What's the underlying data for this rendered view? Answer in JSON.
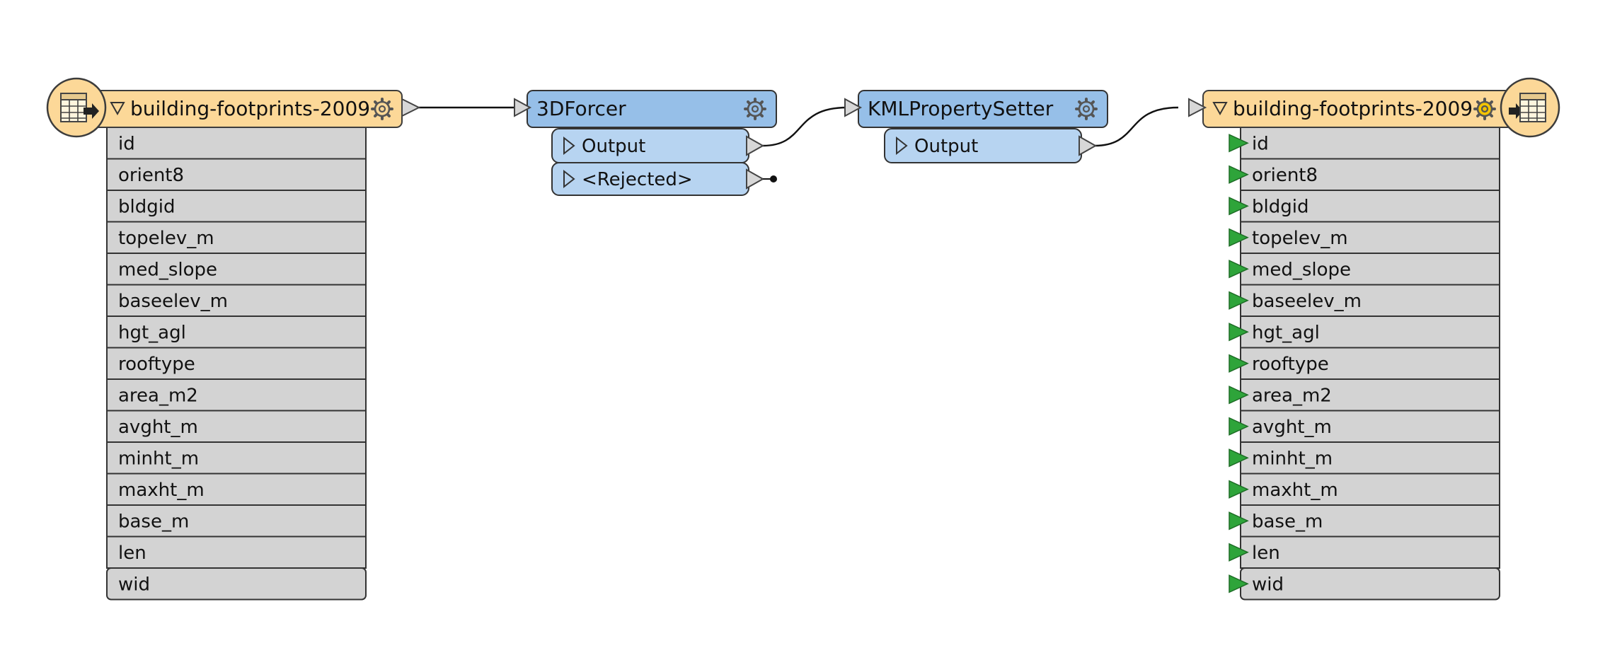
{
  "reader": {
    "name": "building-footprints-2009",
    "attributes": [
      "id",
      "orient8",
      "bldgid",
      "topelev_m",
      "med_slope",
      "baseelev_m",
      "hgt_agl",
      "rooftype",
      "area_m2",
      "avght_m",
      "minht_m",
      "maxht_m",
      "base_m",
      "len",
      "wid"
    ]
  },
  "transformers": [
    {
      "name": "3DForcer",
      "ports": [
        "Output",
        "<Rejected>"
      ]
    },
    {
      "name": "KMLPropertySetter",
      "ports": [
        "Output"
      ]
    }
  ],
  "writer": {
    "name": "building-footprints-2009",
    "attributes": [
      "id",
      "orient8",
      "bldgid",
      "topelev_m",
      "med_slope",
      "baseelev_m",
      "hgt_agl",
      "rooftype",
      "area_m2",
      "avght_m",
      "minht_m",
      "maxht_m",
      "base_m",
      "len",
      "wid"
    ]
  },
  "colors": {
    "feature_type": "#fcd898",
    "transformer": "#96bfe8",
    "port": "#b7d4f1",
    "attribute": "#d3d3d3",
    "writer_arrow": "#2ea43a"
  },
  "icons": {
    "feature_type_icon": "table-arrow-icon",
    "settings": "gear-icon",
    "writer_settings": "gear-sun-icon",
    "expand": "triangle-down-icon"
  }
}
